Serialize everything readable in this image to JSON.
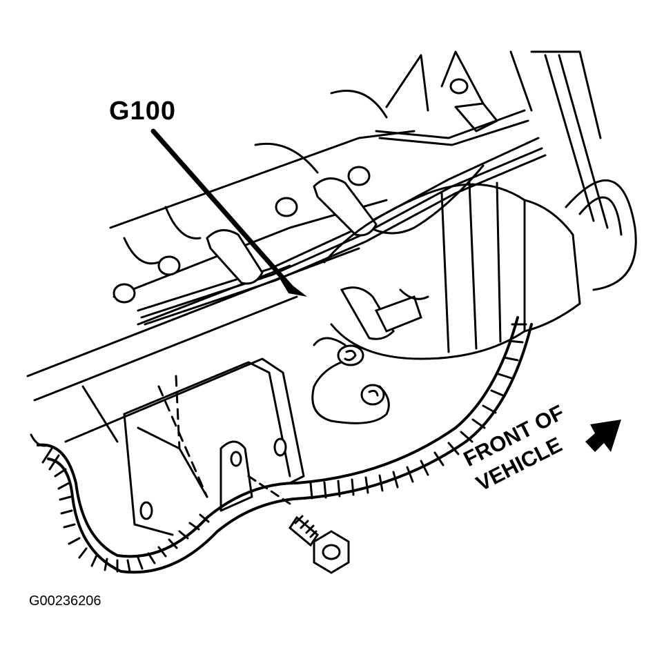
{
  "diagram": {
    "callout_label": "G100",
    "direction_label": [
      "FRONT OF",
      "VEHICLE"
    ],
    "figure_id": "G00236206",
    "icons": [
      "direction-arrow-icon",
      "bolt-icon",
      "ground-terminal-icon"
    ]
  }
}
